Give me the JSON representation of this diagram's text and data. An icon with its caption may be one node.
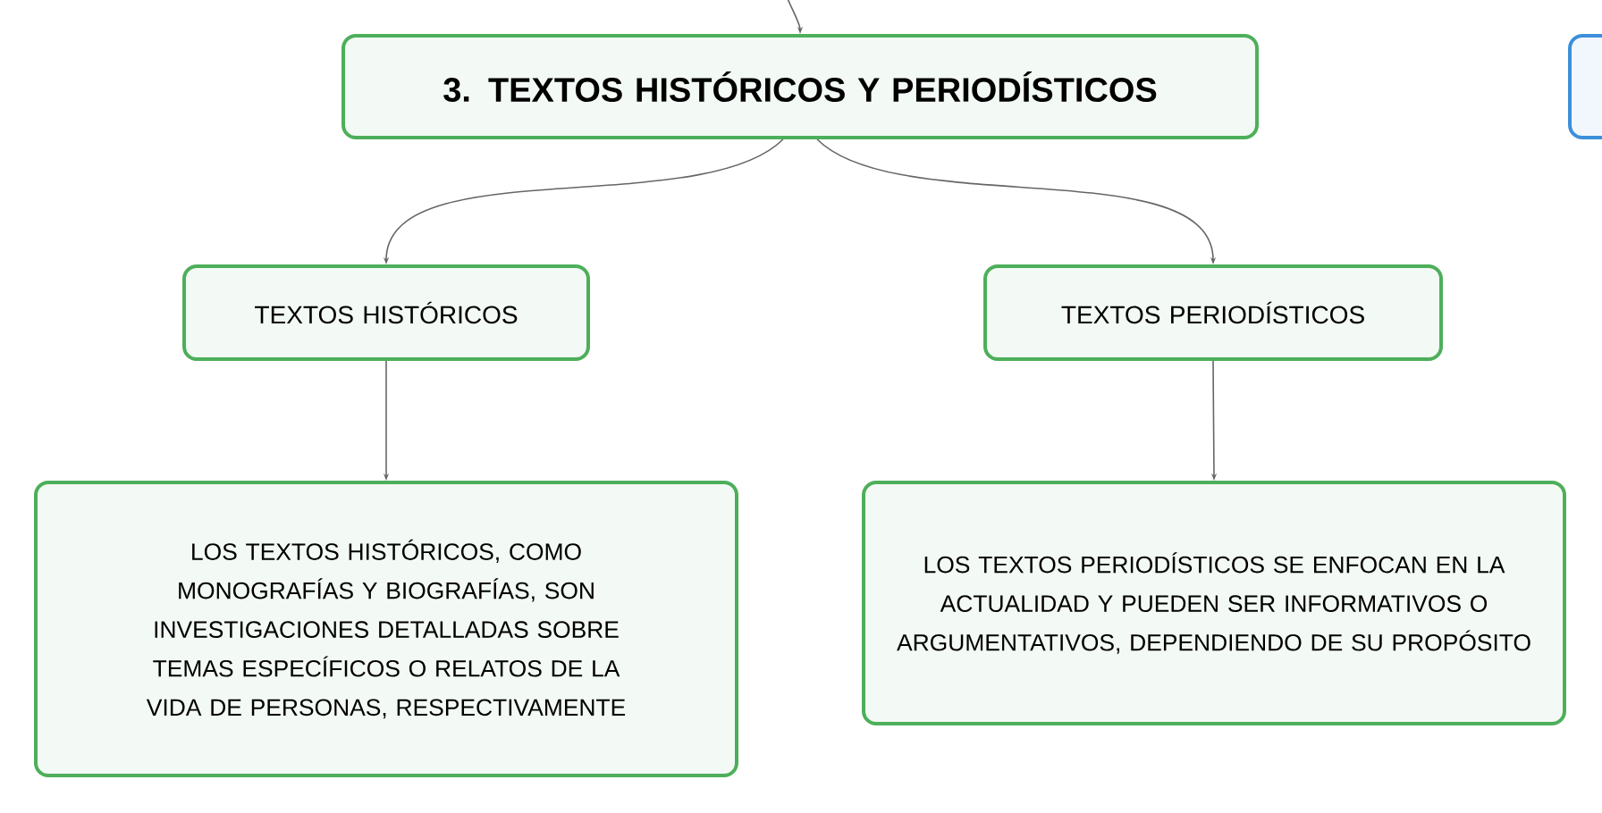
{
  "diagram": {
    "nodes": [
      {
        "text": [
          "3. TEXTOS HISTÓRICOS Y PERIODÍSTICOS"
        ]
      },
      {
        "text": [
          "TEXTOS HISTÓRICOS"
        ]
      },
      {
        "text": [
          "TEXTOS PERIODÍSTICOS"
        ]
      },
      {
        "text": [
          "LOS TEXTOS HISTÓRICOS, COMO MONOGRAFÍAS Y BIOGRAFÍAS, SON INVESTIGACIONES DETALLADAS SOBRE TEMAS ESPECÍFICOS O RELATOS DE LA VIDA DE PERSONAS, RESPECTIVAMENTE"
        ]
      },
      {
        "text": [
          "LOS TEXTOS PERIODÍSTICOS SE ENFOCAN EN LA ACTUALIDAD Y PUEDEN SER INFORMATIVOS O ARGUMENTATIVOS, DEPENDIENDO DE SU PROPÓSITO"
        ]
      },
      {
        "text": [],
        "shape": "box"
      }
    ],
    "edges": [
      {
        "from": null,
        "to": 0,
        "arrow": "to"
      },
      {
        "from": 0,
        "to": 1,
        "arrow": "to"
      },
      {
        "from": 0,
        "to": 2,
        "arrow": "to"
      },
      {
        "from": 1,
        "to": 3,
        "arrow": "to"
      },
      {
        "from": 2,
        "to": 4,
        "arrow": "to"
      }
    ]
  }
}
